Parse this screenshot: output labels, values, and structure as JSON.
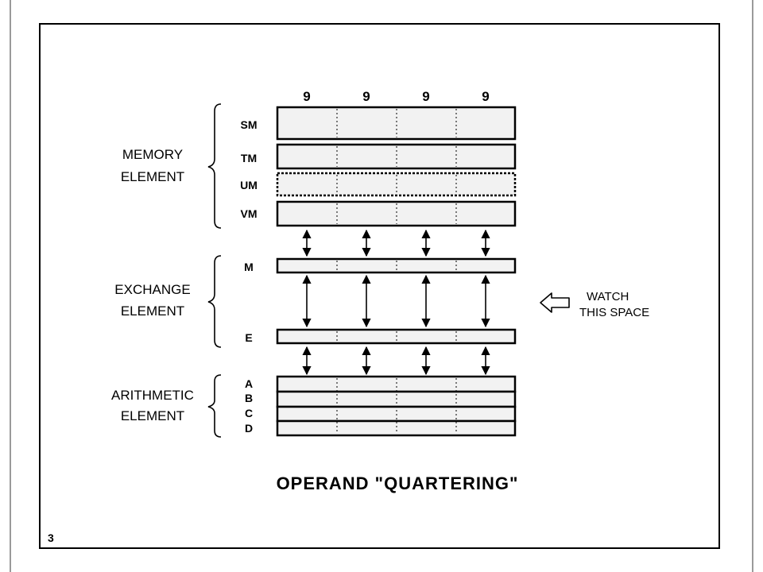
{
  "header": {
    "digit_labels": [
      "9",
      "9",
      "9",
      "9"
    ]
  },
  "groups": {
    "memory": {
      "line1": "MEMORY",
      "line2": "ELEMENT"
    },
    "exchange": {
      "line1": "EXCHANGE",
      "line2": "ELEMENT"
    },
    "arithmetic": {
      "line1": "ARITHMETIC",
      "line2": "ELEMENT"
    }
  },
  "registers": {
    "memory": [
      "SM",
      "TM",
      "UM",
      "VM"
    ],
    "exchange": [
      "M",
      "E"
    ],
    "arithmetic": [
      "A",
      "B",
      "C",
      "D"
    ]
  },
  "callout": {
    "line1": "WATCH",
    "line2": "THIS SPACE"
  },
  "title": "OPERAND \"QUARTERING\"",
  "page_number": "3",
  "colors": {
    "register_fill": "#f2f2f2",
    "stroke": "#000000"
  }
}
